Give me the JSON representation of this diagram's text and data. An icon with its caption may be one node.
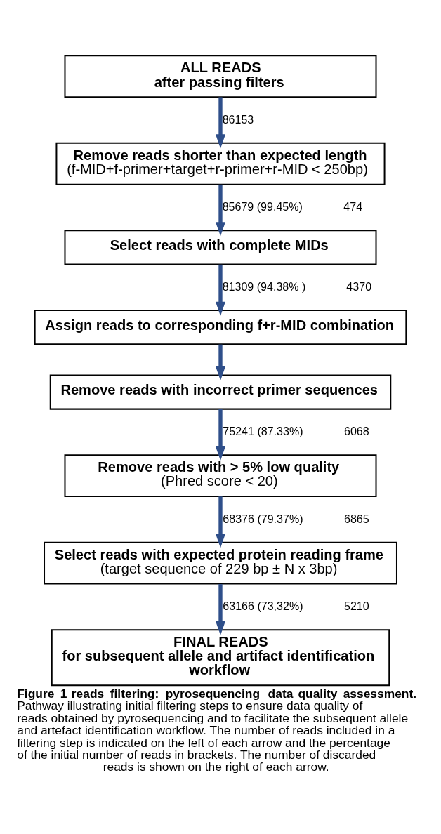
{
  "diagram": {
    "caption": "**Figure 1 reads filtering: pyrosequencing data quality assessment.** Pathway illustrating initial filtering steps to ensure data quality of reads obtained by pyrosequencing and to facilitate the subsequent allele and artefact identification workflow. The number of reads included in a filtering step is indicated on the left of each arrow and the percentage of the initial number of reads in brackets. The number of discarded reads is shown on the right of each arrow.",
    "nodes": [
      {
        "text": [
          "ALL READS",
          "after passing filters"
        ]
      },
      {
        "text": [
          "Remove reads shorter than expected length",
          "(f-MID+f-primer+target+r-primer+r-MID < 250bp)"
        ]
      },
      {
        "text": [
          "Select reads with complete MIDs"
        ]
      },
      {
        "text": [
          "Assign reads to corresponding f+r-MID combination"
        ]
      },
      {
        "text": [
          "Remove reads with incorrect primer sequences"
        ]
      },
      {
        "text": [
          "Remove reads with > 5% low quality",
          "(Phred score < 20)"
        ]
      },
      {
        "text": [
          "Select reads with expected protein reading frame",
          "(target sequence of 229 bp ± N x 3bp)"
        ]
      },
      {
        "text": [
          "FINAL READS",
          "for subsequent allele and artifact identification workflow"
        ]
      }
    ],
    "edges": [
      {
        "from": 0,
        "to": 1,
        "arrow": "to",
        "label": "86153"
      },
      {
        "from": 1,
        "to": 2,
        "arrow": "to",
        "label": "85679 (99.45%)"
      },
      {
        "from": 2,
        "to": 3,
        "arrow": "to",
        "label": "81309 (94.38% )"
      },
      {
        "from": 3,
        "to": 4,
        "arrow": "to"
      },
      {
        "from": 4,
        "to": 5,
        "arrow": "to",
        "label": "75241 (87.33%)"
      },
      {
        "from": 5,
        "to": 6,
        "arrow": "to",
        "label": "68376 (79.37%)"
      },
      {
        "from": 6,
        "to": 7,
        "arrow": "to",
        "label": "63166 (73,32%)"
      }
    ],
    "labels": [
      "474",
      "4370",
      "6068",
      "6865",
      "5210"
    ]
  }
}
